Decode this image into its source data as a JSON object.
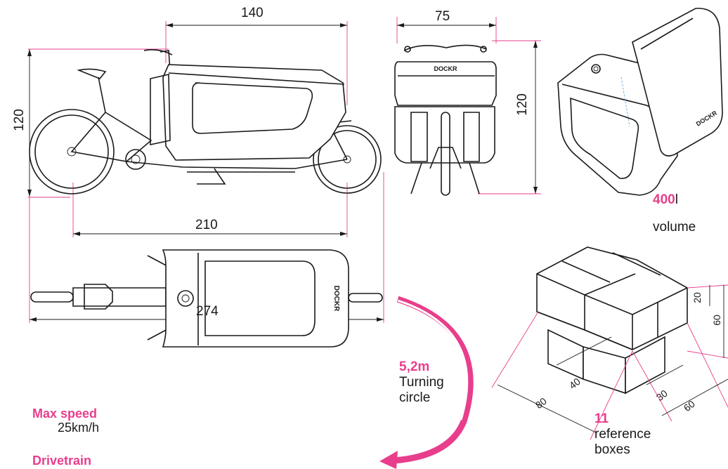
{
  "dimensions": {
    "side_top_width": "140",
    "front_width": "75",
    "side_height": "120",
    "front_height": "120",
    "wheelbase": "210",
    "overall_length": "274"
  },
  "volume": {
    "value": "400",
    "unit": "l",
    "label": "volume"
  },
  "turning": {
    "value": "5,2m",
    "label_line1": "Turning",
    "label_line2": "circle"
  },
  "max_speed": {
    "label": "Max speed",
    "value": "25km/h"
  },
  "drivetrain": {
    "label": "Drivetrain"
  },
  "boxes": {
    "count": "11",
    "label_line1": "reference",
    "label_line2": "boxes",
    "dims": {
      "d80": "80",
      "d40": "40",
      "d30": "30",
      "d60a": "60",
      "d20": "20",
      "d60b": "60"
    }
  },
  "brand": {
    "logo_text": "DOCKR"
  },
  "colors": {
    "accent": "#e83e8c",
    "line": "#1a1a1a",
    "background": "#ffffff"
  }
}
